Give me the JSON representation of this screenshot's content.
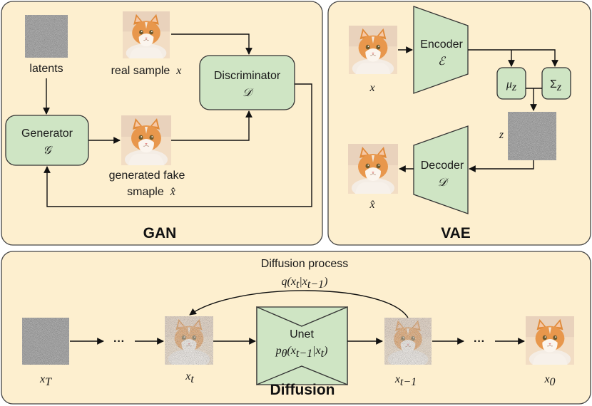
{
  "colors": {
    "panel_fill": "#fdefcf",
    "box_fill": "#cfe5c4",
    "stroke": "#333333",
    "cat_orange": "#e39a4c",
    "cat_white": "#f6efe6",
    "noise_gray": "#8c8c8c"
  },
  "gan": {
    "title": "GAN",
    "latents_label": "latents",
    "real_sample_label": "real sample",
    "real_sample_var": "x",
    "generator_label": "Generator",
    "generator_symbol": "𝒢",
    "discriminator_label": "Discriminator",
    "discriminator_symbol": "𝒟",
    "fake_label_line1": "generated fake",
    "fake_label_line2": "smaple",
    "fake_var": "x̂"
  },
  "vae": {
    "title": "VAE",
    "input_var": "x",
    "encoder_label": "Encoder",
    "encoder_symbol": "ℰ",
    "mu_label": "μ",
    "mu_sub": "z",
    "sigma_label": "Σ",
    "sigma_sub": "z",
    "z_var": "z",
    "decoder_label": "Decoder",
    "decoder_symbol": "𝒟",
    "output_var": "x̂"
  },
  "diffusion": {
    "title": "Diffusion",
    "process_label": "Diffusion process",
    "process_formula": "q(x",
    "process_formula_t": "t",
    "process_formula_mid": "|x",
    "process_formula_t1": "t−1",
    "process_formula_end": ")",
    "ellipsis": "···",
    "unet_label": "Unet",
    "unet_formula": "p",
    "unet_formula_theta": "θ",
    "unet_formula_a": "(x",
    "unet_formula_t1": "t−1",
    "unet_formula_b": "|x",
    "unet_formula_t": "t",
    "unet_formula_c": ")",
    "xT_var": "x",
    "xT_sub": "T",
    "xt_var": "x",
    "xt_sub": "t",
    "xt1_var": "x",
    "xt1_sub": "t−1",
    "x0_var": "x",
    "x0_sub": "0"
  }
}
